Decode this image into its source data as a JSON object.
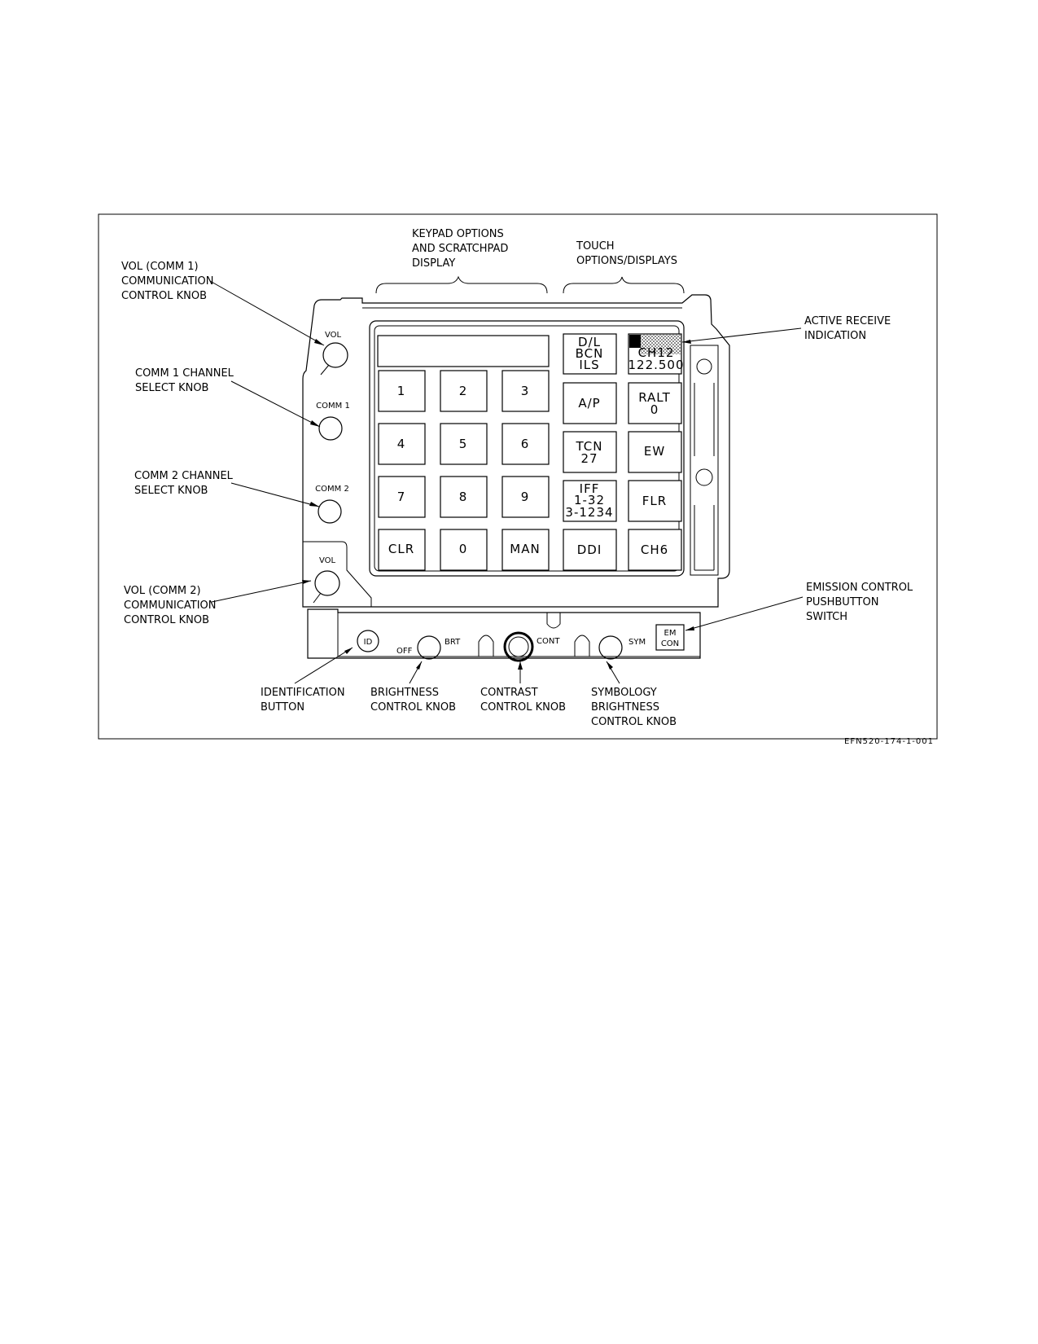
{
  "figure_id": "EFN520-174-1-001",
  "callouts": {
    "keypad_options": [
      "KEYPAD OPTIONS",
      "AND SCRATCHPAD",
      "DISPLAY"
    ],
    "touch_options": [
      "TOUCH",
      "OPTIONS/DISPLAYS"
    ],
    "vol_comm1": [
      "VOL (COMM 1)",
      "COMMUNICATION",
      "CONTROL KNOB"
    ],
    "comm1_select": [
      "COMM 1 CHANNEL",
      "SELECT KNOB"
    ],
    "comm2_select": [
      "COMM 2 CHANNEL",
      "SELECT KNOB"
    ],
    "vol_comm2": [
      "VOL (COMM 2)",
      "COMMUNICATION",
      "CONTROL KNOB"
    ],
    "active_receive": [
      "ACTIVE RECEIVE",
      "INDICATION"
    ],
    "emission_control": [
      "EMISSION CONTROL",
      "PUSHBUTTON",
      "SWITCH"
    ],
    "identification": [
      "IDENTIFICATION",
      "BUTTON"
    ],
    "brightness": [
      "BRIGHTNESS",
      "CONTROL KNOB"
    ],
    "contrast": [
      "CONTRAST",
      "CONTROL KNOB"
    ],
    "symbology": [
      "SYMBOLOGY",
      "BRIGHTNESS",
      "CONTROL KNOB"
    ]
  },
  "panel_labels": {
    "vol_top": "VOL",
    "comm1": "COMM 1",
    "comm2": "COMM 2",
    "vol_bottom": "VOL",
    "id": "ID",
    "off": "OFF",
    "brt": "BRT",
    "cont": "CONT",
    "sym": "SYM",
    "emcon": [
      "EM",
      "CON"
    ]
  },
  "keypad": [
    "1",
    "2",
    "3",
    "4",
    "5",
    "6",
    "7",
    "8",
    "9",
    "CLR",
    "0",
    "MAN"
  ],
  "touch_keys": [
    [
      "D/L",
      "BCN",
      "ILS"
    ],
    [
      "CH12",
      "122.500"
    ],
    [
      "A/P"
    ],
    [
      "RALT",
      "0"
    ],
    [
      "TCN",
      "27"
    ],
    [
      "EW"
    ],
    [
      "IFF",
      "1-32",
      "3-1234"
    ],
    [
      "FLR"
    ],
    [
      "DDI"
    ],
    [
      "CH6"
    ]
  ]
}
